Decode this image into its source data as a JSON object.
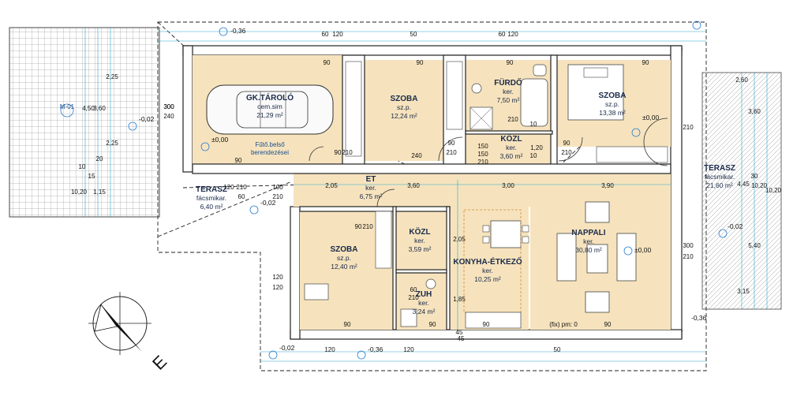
{
  "rooms": {
    "garage": {
      "name": "GK.TÁROLÓ",
      "floor": "cem.sim",
      "area": "21,29 m²"
    },
    "bed1": {
      "name": "SZOBA",
      "floor": "sz.p.",
      "area": "12,24 m²"
    },
    "bath": {
      "name": "FÜRDŐ",
      "floor": "ker.",
      "area": "7,50 m²"
    },
    "bed2": {
      "name": "SZOBA",
      "floor": "sz.p.",
      "area": "13,38 m²"
    },
    "corr1": {
      "name": "KÖZL",
      "floor": "ker.",
      "area": "3,60 m²"
    },
    "hall": {
      "name": "ET",
      "floor": "ker.",
      "area": "6,75 m²"
    },
    "terr_w": {
      "name": "TERASZ",
      "floor": "fácsmikar.",
      "area": "6,40 m²"
    },
    "terr_e": {
      "name": "TERASZ",
      "floor": "fácsmikar.",
      "area": "21,60 m²"
    },
    "bed3": {
      "name": "SZOBA",
      "floor": "sz.p.",
      "area": "12,40 m²"
    },
    "corr2": {
      "name": "KÖZL",
      "floor": "ker.",
      "area": "3,59 m²"
    },
    "shower": {
      "name": "ZUH",
      "floor": "ker.",
      "area": "3,24 m²"
    },
    "kitchen": {
      "name": "KONYHA-ÉTKEZŐ",
      "floor": "ker.",
      "area": "10,25 m²"
    },
    "living": {
      "name": "NAPPALI",
      "floor": "ker.",
      "area": "30,80 m²"
    }
  },
  "notes": {
    "heater_line1": "Fűtő.belső",
    "heater_line2": "berendezései",
    "fix": "(fix) pm: 0",
    "tag": "M-01",
    "north": "E"
  },
  "levels": {
    "garage": "±0,00",
    "bed2": "±0,00",
    "living": "±0,00",
    "l_m002a": "-0,02",
    "l_m002b": "-0,02",
    "l_m002c": "-0,02",
    "l_m002d": "-0,02",
    "l_m036a": "-0,36",
    "l_m036b": "-0,36",
    "l_m036c": "-0,36"
  },
  "dims": {
    "d1": "90",
    "d2": "90",
    "d3": "90",
    "d4": "90",
    "d5": "90",
    "d6": "90",
    "d7": "90",
    "d8": "60",
    "d9": "120",
    "d10": "60",
    "d11": "120",
    "d12": "50",
    "d13": "240",
    "d14": "300",
    "d15": "240",
    "d16": "210",
    "d17": "210",
    "d18": "210",
    "d19": "210",
    "d20": "2,05",
    "d21": "3,60",
    "d22": "3,00",
    "d23": "3,90",
    "d24": "100",
    "d25": "210",
    "d26": "300",
    "d27": "210",
    "d28": "150",
    "d29": "210",
    "d30": "120",
    "d31": "120",
    "d32": "1,20",
    "d33": "2,05",
    "d34": "1,85",
    "d35": "45",
    "d36": "2,25",
    "d37": "3,60",
    "d38": "2,25",
    "d39": "4,50",
    "d40": "10,20",
    "d41": "1,15",
    "d42": "15",
    "d43": "20",
    "d44": "10",
    "d45": "2,60",
    "d46": "3,60",
    "d47": "4,45",
    "d48": "5,40",
    "d49": "3,15",
    "d50": "10,20",
    "d51": "30",
    "d52": "10,20",
    "d53": "150",
    "d54": "90",
    "d55": "90",
    "d56": "90",
    "d57": "90",
    "d58": "45",
    "d59": "90",
    "d60": "50",
    "d61": "120",
    "d62": "120",
    "d63": "90",
    "d64": "10",
    "d65": "10",
    "d66": "210",
    "d67": "300",
    "d68": "210",
    "d69": "210",
    "d70": "60",
    "d71": "120",
    "d72": "60",
    "d73": "210"
  }
}
